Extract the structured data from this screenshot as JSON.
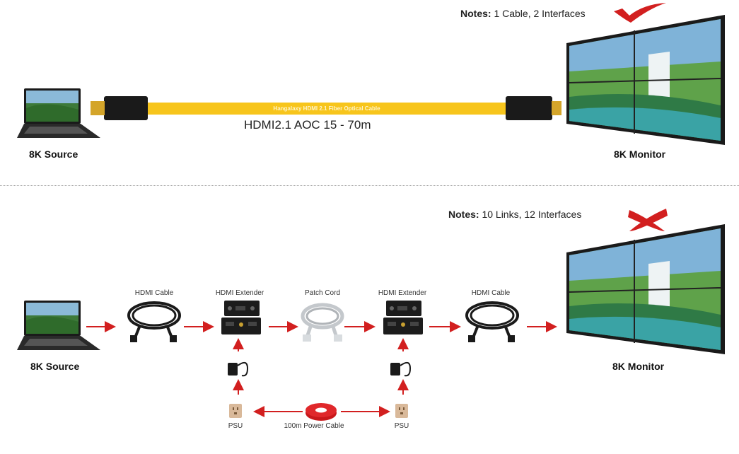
{
  "top": {
    "notes_label": "Notes:",
    "notes_text": "1 Cable, 2 Interfaces",
    "cable_print": "Hangalaxy HDMI 2.1 Fiber Optical Cable",
    "cable_caption": "HDMI2.1 AOC 15 - 70m",
    "source_label": "8K Source",
    "monitor_label": "8K Monitor",
    "status_icon": "checkmark-icon"
  },
  "bottom": {
    "notes_label": "Notes:",
    "notes_text": "10 Links, 12 Interfaces",
    "status_icon": "cross-icon",
    "source_label": "8K Source",
    "monitor_label": "8K Monitor",
    "hdmi_cable_1": "HDMI Cable",
    "hdmi_extender_1": "HDMI Extender",
    "patch_cord": "Patch Cord",
    "hdmi_extender_2": "HDMI Extender",
    "hdmi_cable_2": "HDMI Cable",
    "psu_1": "PSU",
    "psu_2": "PSU",
    "power_cable": "100m Power Cable"
  },
  "colors": {
    "accent_red": "#d21f1f",
    "cable_yellow": "#f7c51c"
  }
}
